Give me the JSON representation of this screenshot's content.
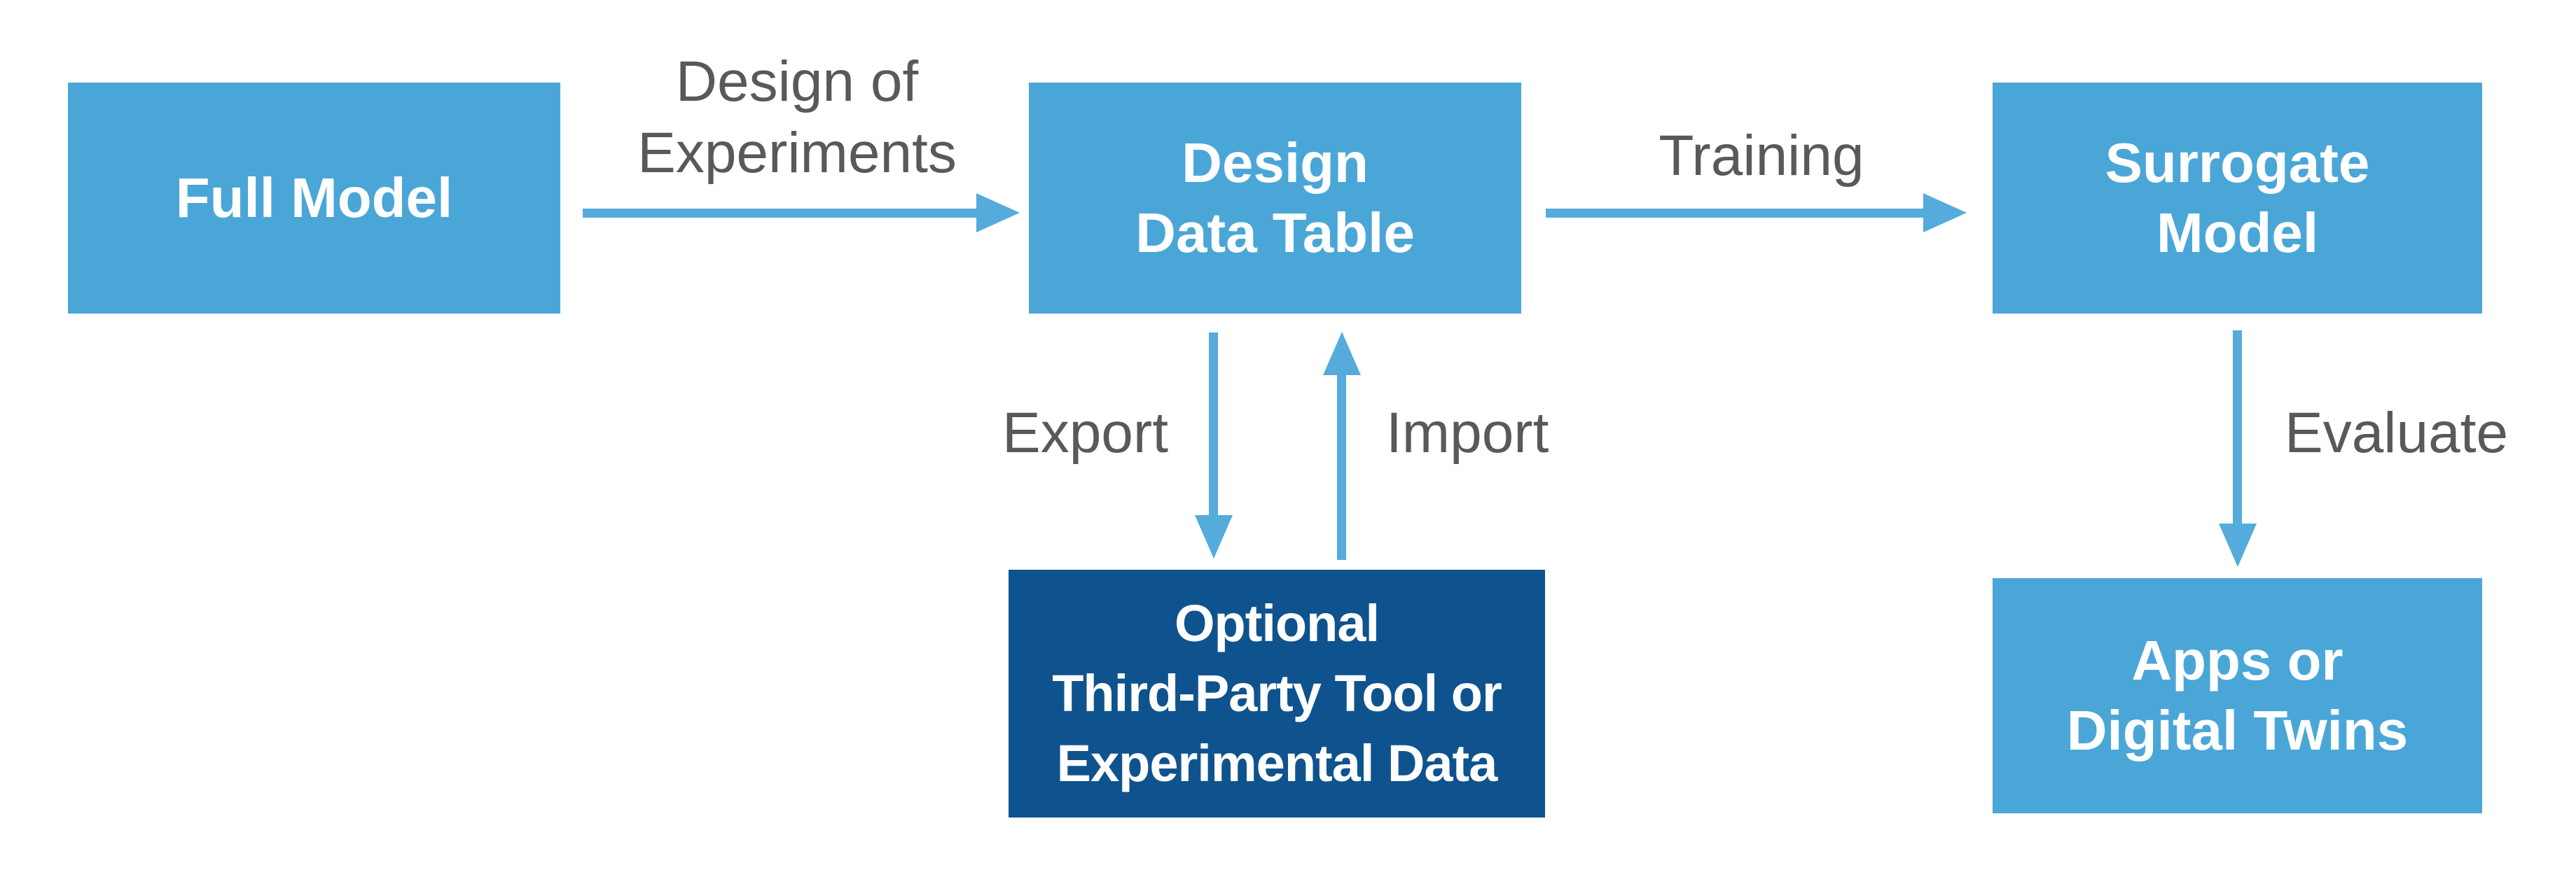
{
  "colors": {
    "node_fill_light_blue": "#4ba6d8",
    "node_fill_dark_blue": "#0f538e",
    "arrow_blue": "#55abdb",
    "edge_label_gray": "#58595b",
    "node_text_white": "#ffffff",
    "background": "#ffffff"
  },
  "nodes": {
    "full_model": {
      "lines": [
        "Full Model"
      ]
    },
    "design_data_table": {
      "lines": [
        "Design",
        "Data Table"
      ]
    },
    "surrogate_model": {
      "lines": [
        "Surrogate",
        "Model"
      ]
    },
    "third_party_tool": {
      "lines": [
        "Optional",
        "Third-Party Tool or",
        "Experimental Data"
      ]
    },
    "apps_digital_twins": {
      "lines": [
        "Apps or",
        "Digital Twins"
      ]
    }
  },
  "edge_labels": {
    "design_of_experiments": {
      "lines": [
        "Design of",
        "Experiments"
      ]
    },
    "training": "Training",
    "export": "Export",
    "import": "Import",
    "evaluate": "Evaluate"
  }
}
